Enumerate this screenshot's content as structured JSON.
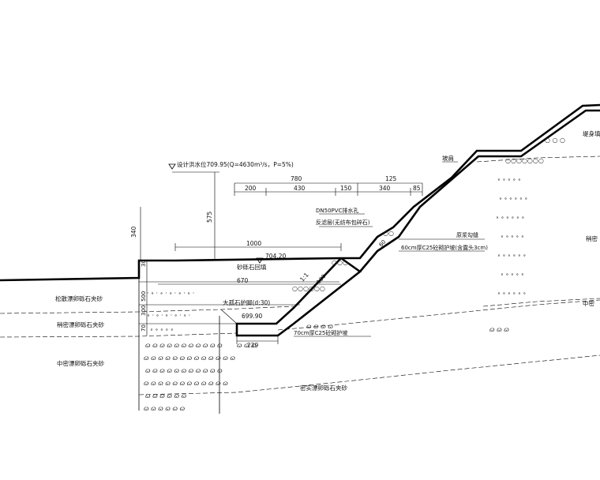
{
  "labels": {
    "design_water_level": "设计洪水位709.95(Q=4630m³/s，P=5%)",
    "water_level_value": "704.20",
    "bottom_elevation": "699.90",
    "pipe_note": "DN50PVC排水孔",
    "filter_note": "反滤层(无纺布包碎石)",
    "mortar_joint": "原浆勾缝",
    "upper_masonry": "60cm厚C25砼砌护坡(含露头3cm)",
    "lower_masonry": "70cm厚C25砼砌护坡",
    "sand_fill": "砂砾石回填",
    "toe_stone": "大孤石护脚(d:30)",
    "crest": "坡肩",
    "levee_body": "堤身填",
    "slope_ratio": "1:1",
    "loose": "稍密",
    "medium_dense_right": "中密",
    "soil_slightly_loose": "松散漂卵砾石夹砂",
    "soil_loose": "稍密漂卵砾石夹砂",
    "soil_medium": "中密漂卵砾石夹砂",
    "soil_dense": "密实漂卵砾石夹砂"
  },
  "dimensions": {
    "d780": "780",
    "d125": "125",
    "d200": "200",
    "d430": "430",
    "d150": "150",
    "d340": "340",
    "d85": "85",
    "d1000": "1000",
    "d670": "670",
    "d229": "229",
    "d575": "575",
    "d340v": "340",
    "d30": "30",
    "d500": "500",
    "d300": "300",
    "d70": "70",
    "d60": "60",
    "d130": "130"
  }
}
